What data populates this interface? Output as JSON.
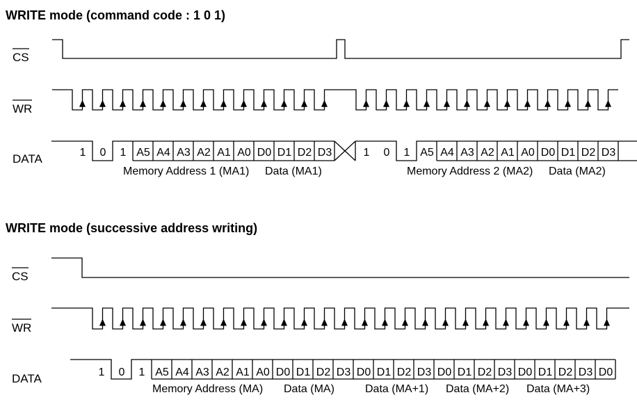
{
  "signals": {
    "cs": "CS",
    "wr": "WR",
    "data": "DATA"
  },
  "diagrams": [
    {
      "title": "WRITE mode (command code : 1 0 1)",
      "bits": [
        "1",
        "0",
        "1",
        "A5",
        "A4",
        "A3",
        "A2",
        "A1",
        "A0",
        "D0",
        "D1",
        "D2",
        "D3",
        "1",
        "0",
        "1",
        "A5",
        "A4",
        "A3",
        "A2",
        "A1",
        "A0",
        "D0",
        "D1",
        "D2",
        "D3"
      ],
      "captions": [
        "Memory Address 1 (MA1)",
        "Data (MA1)",
        "Memory Address 2 (MA2)",
        "Data (MA2)"
      ]
    },
    {
      "title": "WRITE mode (successive address writing)",
      "bits": [
        "1",
        "0",
        "1",
        "A5",
        "A4",
        "A3",
        "A2",
        "A1",
        "A0",
        "D0",
        "D1",
        "D2",
        "D3",
        "D0",
        "D1",
        "D2",
        "D3",
        "D0",
        "D1",
        "D2",
        "D3",
        "D0",
        "D1",
        "D2",
        "D3",
        "D0"
      ],
      "captions": [
        "Memory Address (MA)",
        "Data (MA)",
        "Data (MA+1)",
        "Data (MA+2)",
        "Data (MA+3)"
      ]
    }
  ]
}
